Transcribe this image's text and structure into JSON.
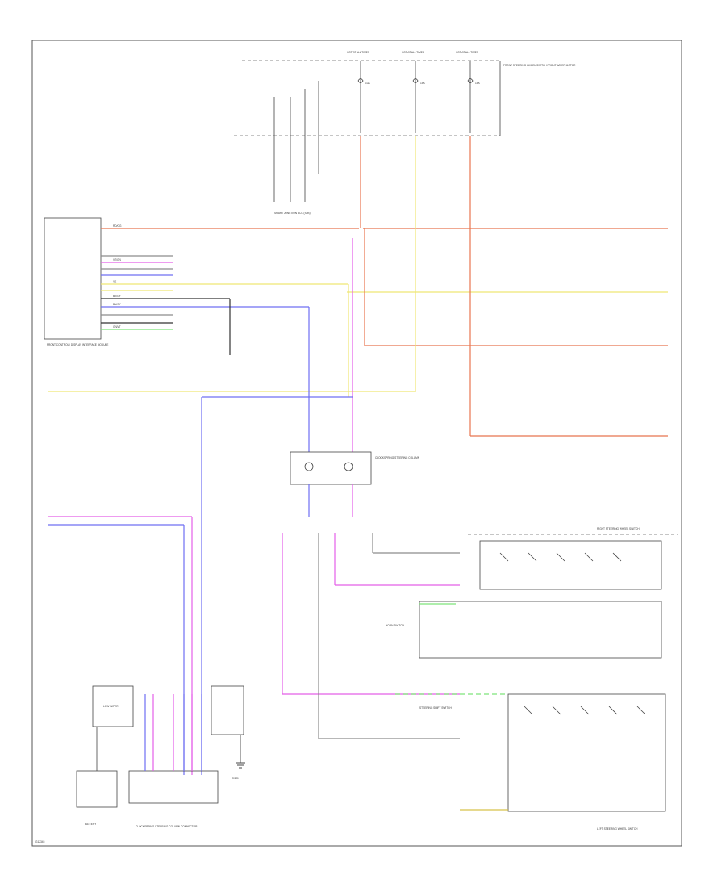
{
  "diagram": {
    "corner_code": "G12345",
    "top_bus": {
      "label": "HOT AT ALL TIMES",
      "fuses": [
        {
          "circuit": "HOT AT ALL TIMES",
          "rating": "10A"
        },
        {
          "circuit": "HOT AT ALL TIMES",
          "rating": "15A"
        },
        {
          "circuit": "HOT AT ALL TIMES",
          "rating": "15A"
        }
      ],
      "box_name": "SMART JUNCTION BOX (SJB)",
      "box_note": "FRONT STEERING WHEEL SWITCH FRONT WIPER MOTOR"
    },
    "modules": {
      "climate_control": "FRONT CONTROL / DISPLAY INTERFACE MODULE",
      "steering_wheel_switch": "CLOCKSPRING STEERING COLUMN",
      "right_switch": "RIGHT STEERING WHEEL SWITCH",
      "left_switch": "LEFT STEERING WHEEL SWITCH",
      "steering_shift": "STEERING SHIFT SWITCH",
      "horn_switch": "HORN SWITCH",
      "wiper": "LOW WIPER",
      "battery": "BATTERY",
      "connector": "CLOCKSPRING STEERING COLUMN CONNECTOR",
      "ground": "G101"
    },
    "wire_colors": {
      "red_orange": "#e8754f",
      "yellow": "#efe675",
      "blue": "#6f6ff2",
      "violet": "#e45fe8",
      "green": "#7ee37a",
      "tan": "#d8c24a",
      "gray": "#8c8c8c",
      "black": "#333333"
    },
    "wires": [
      {
        "label": "RD/OG",
        "color": "#e8754f"
      },
      {
        "label": "BU/GY",
        "color": "#6f6ff2"
      },
      {
        "label": "VT/GN",
        "color": "#e45fe8"
      },
      {
        "label": "YE",
        "color": "#efe675"
      },
      {
        "label": "GN/VT",
        "color": "#7ee37a"
      },
      {
        "label": "BK/GY",
        "color": "#333333"
      }
    ]
  }
}
